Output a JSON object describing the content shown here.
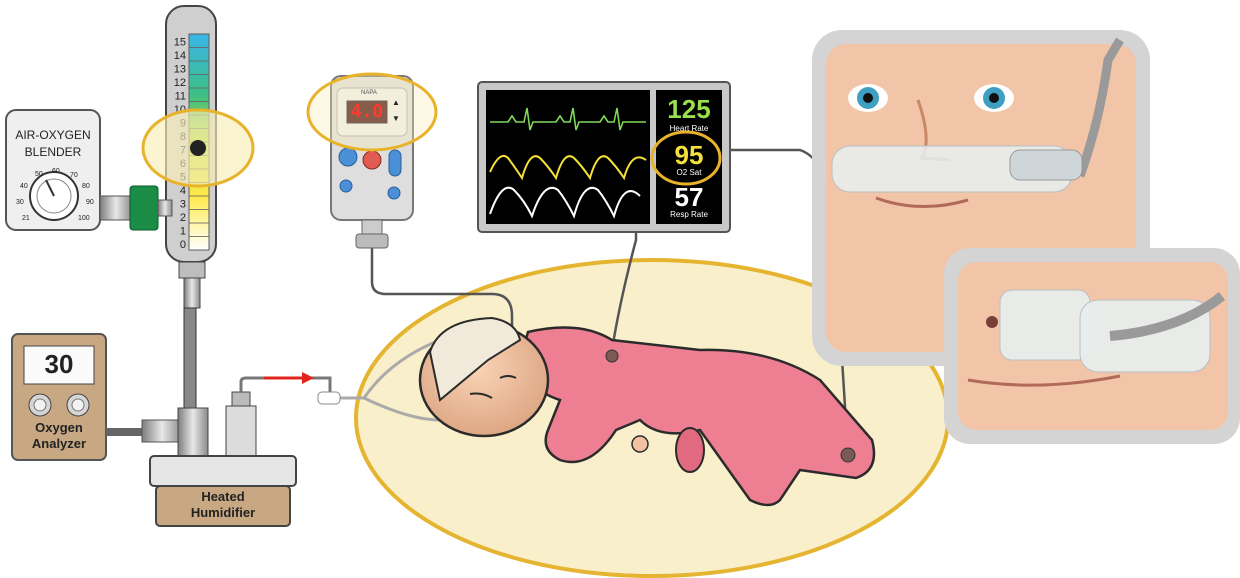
{
  "blender": {
    "title_line1": "AIR-OXYGEN",
    "title_line2": "BLENDER",
    "dial_marks": [
      "21",
      "30",
      "40",
      "50",
      "60",
      "70",
      "80",
      "90",
      "100"
    ]
  },
  "flowmeter": {
    "scale": [
      "15",
      "14",
      "13",
      "12",
      "11",
      "10",
      "9",
      "8",
      "7",
      "6",
      "5",
      "4",
      "3",
      "2",
      "1",
      "0"
    ]
  },
  "flow_controller": {
    "brand": "NAPA",
    "display_value": "4.0"
  },
  "monitor": {
    "heart_rate_value": "125",
    "heart_rate_label": "Heart Rate",
    "o2_sat_value": "95",
    "o2_sat_label": "O2 Sat",
    "resp_rate_value": "57",
    "resp_rate_label": "Resp Rate"
  },
  "oxygen_analyzer": {
    "value": "30",
    "label_line1": "Oxygen",
    "label_line2": "Analyzer"
  },
  "humidifier": {
    "label_line1": "Heated",
    "label_line2": "Humidifier"
  },
  "colors": {
    "highlight": "#e8b32a",
    "highlight_fill": "#f8eeb8",
    "bed_fill": "#f9efcb",
    "bed_stroke": "#e5b430",
    "onesie": "#ee7f93",
    "flow_arrow": "#e0251c",
    "monitor_bg": "#000000",
    "heart_rate": "#9be04a",
    "resp_rate": "#ffffff"
  }
}
